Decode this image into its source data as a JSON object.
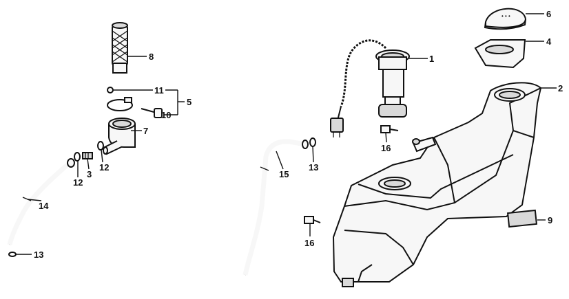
{
  "labels": [
    {
      "id": "1",
      "text": "1"
    },
    {
      "id": "2",
      "text": "2"
    },
    {
      "id": "3",
      "text": "3"
    },
    {
      "id": "4",
      "text": "4"
    },
    {
      "id": "5",
      "text": "5"
    },
    {
      "id": "6",
      "text": "6"
    },
    {
      "id": "7",
      "text": "7"
    },
    {
      "id": "8",
      "text": "8"
    },
    {
      "id": "9",
      "text": "9"
    },
    {
      "id": "10",
      "text": "10"
    },
    {
      "id": "11",
      "text": "11"
    },
    {
      "id": "12a",
      "text": "12"
    },
    {
      "id": "12b",
      "text": "12"
    },
    {
      "id": "13a",
      "text": "13"
    },
    {
      "id": "13b",
      "text": "13"
    },
    {
      "id": "14",
      "text": "14"
    },
    {
      "id": "15",
      "text": "15"
    },
    {
      "id": "16a",
      "text": "16"
    },
    {
      "id": "16b",
      "text": "16"
    }
  ]
}
